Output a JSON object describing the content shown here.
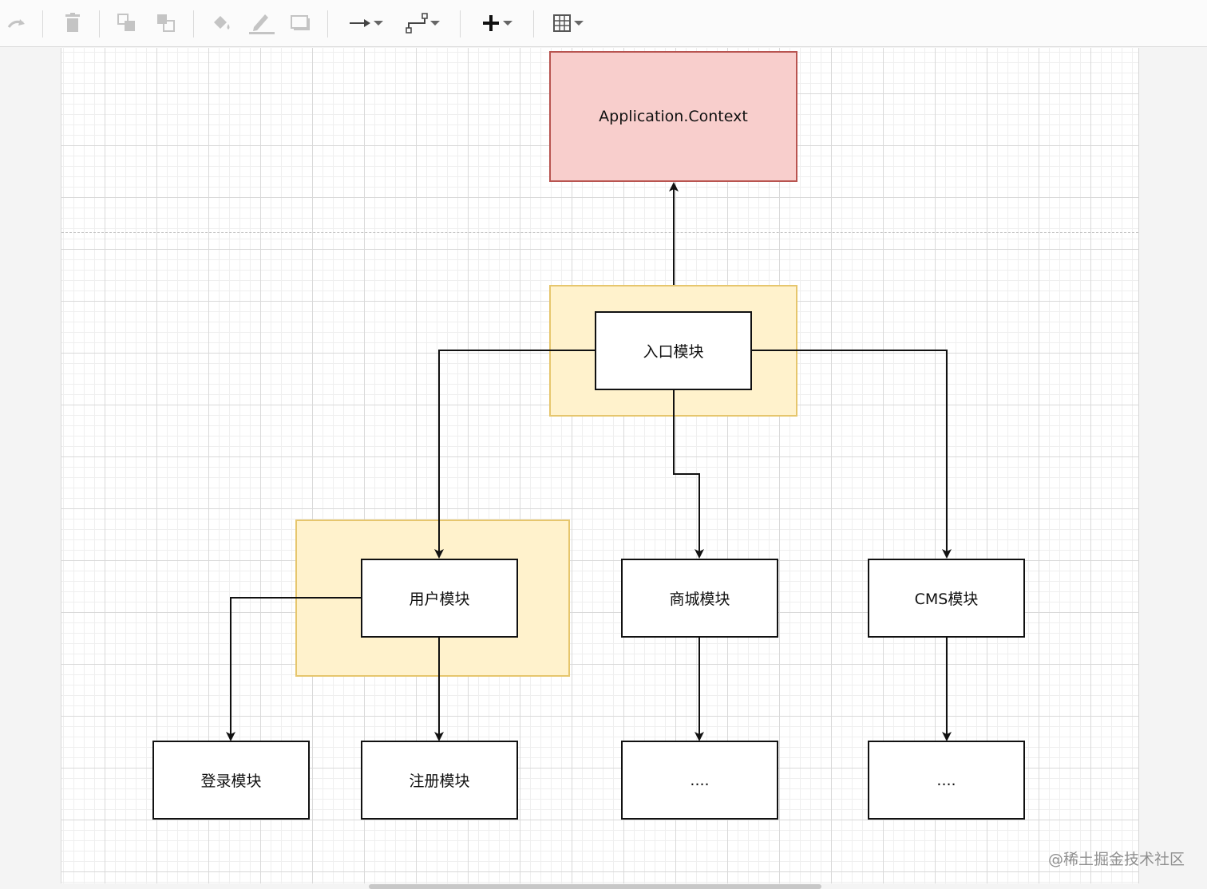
{
  "toolbar": {
    "tools": [
      {
        "name": "redo-icon"
      },
      {
        "name": "delete-icon"
      },
      {
        "name": "to-front-icon"
      },
      {
        "name": "to-back-icon"
      },
      {
        "name": "fill-color-icon"
      },
      {
        "name": "line-color-icon"
      },
      {
        "name": "shadow-icon"
      },
      {
        "name": "connection-arrow-icon"
      },
      {
        "name": "waypoints-icon"
      },
      {
        "name": "insert-icon"
      },
      {
        "name": "table-icon"
      }
    ]
  },
  "diagram": {
    "nodes": {
      "app_context": {
        "label": "Application.Context"
      },
      "entry": {
        "label": "入口模块"
      },
      "user": {
        "label": "用户模块"
      },
      "mall": {
        "label": "商城模块"
      },
      "cms": {
        "label": "CMS模块"
      },
      "login": {
        "label": "登录模块"
      },
      "register": {
        "label": "注册模块"
      },
      "mall_child": {
        "label": "...."
      },
      "cms_child": {
        "label": "...."
      }
    },
    "edges": [
      {
        "from": "entry",
        "to": "app_context"
      },
      {
        "from": "entry",
        "to": "user"
      },
      {
        "from": "entry",
        "to": "mall"
      },
      {
        "from": "entry",
        "to": "cms"
      },
      {
        "from": "user",
        "to": "login"
      },
      {
        "from": "user",
        "to": "register"
      },
      {
        "from": "mall",
        "to": "mall_child"
      },
      {
        "from": "cms",
        "to": "cms_child"
      }
    ],
    "colors": {
      "context_fill": "#f8cecc",
      "context_stroke": "#b85450",
      "group_fill": "#fff2cc",
      "group_stroke": "#e6c66d"
    }
  },
  "watermark": "@稀土掘金技术社区"
}
